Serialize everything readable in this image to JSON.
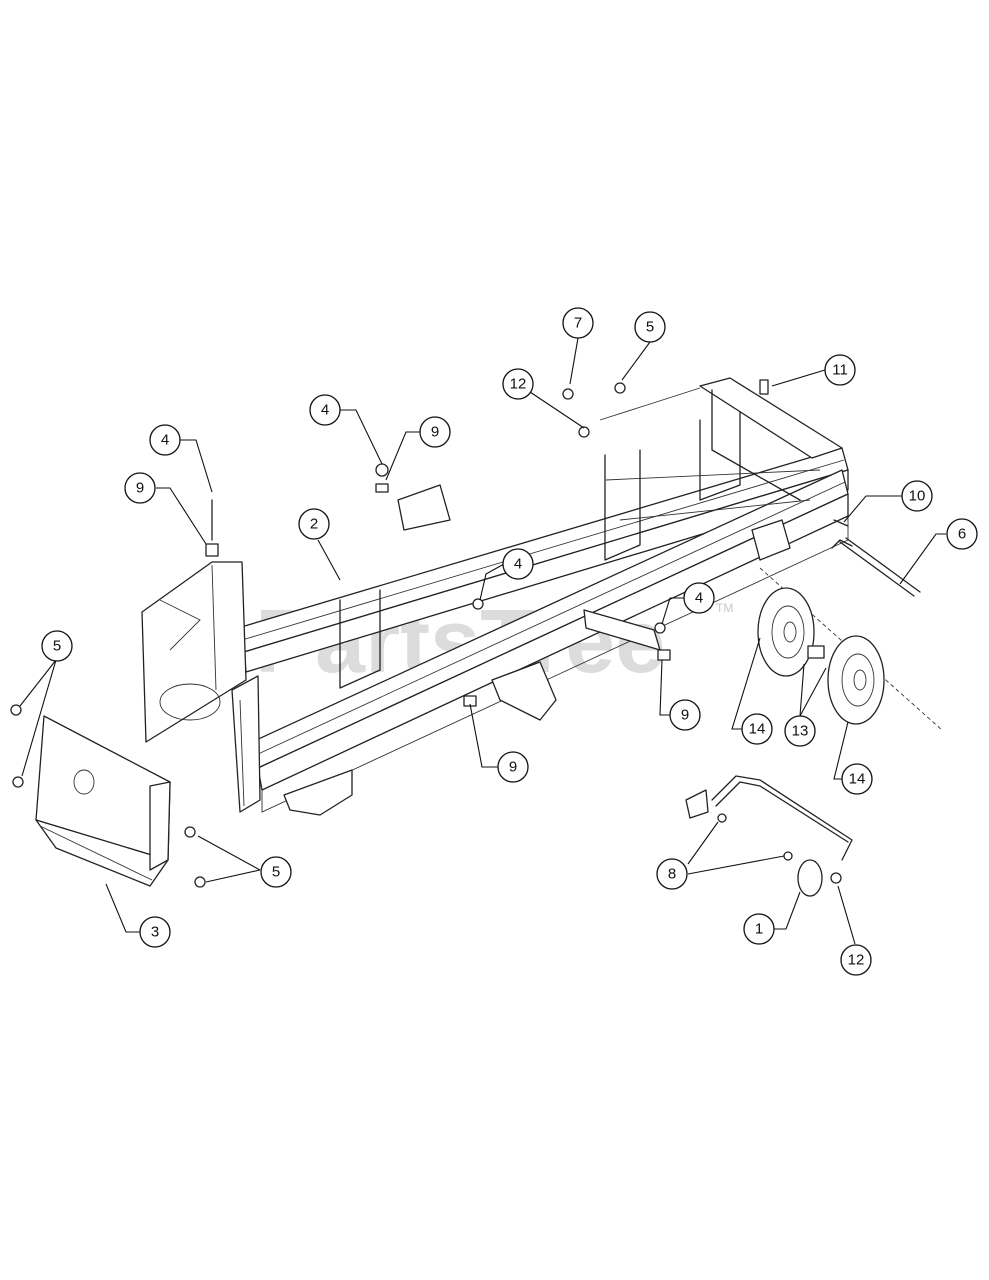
{
  "watermark": {
    "text": "PartsTree",
    "trademark": "TM"
  },
  "callouts": [
    {
      "label": "7"
    },
    {
      "label": "5"
    },
    {
      "label": "11"
    },
    {
      "label": "12"
    },
    {
      "label": "4"
    },
    {
      "label": "9"
    },
    {
      "label": "4"
    },
    {
      "label": "9"
    },
    {
      "label": "2"
    },
    {
      "label": "10"
    },
    {
      "label": "6"
    },
    {
      "label": "4"
    },
    {
      "label": "4"
    },
    {
      "label": "5"
    },
    {
      "label": "9"
    },
    {
      "label": "14"
    },
    {
      "label": "13"
    },
    {
      "label": "9"
    },
    {
      "label": "14"
    },
    {
      "label": "8"
    },
    {
      "label": "5"
    },
    {
      "label": "1"
    },
    {
      "label": "3"
    },
    {
      "label": "12"
    }
  ]
}
